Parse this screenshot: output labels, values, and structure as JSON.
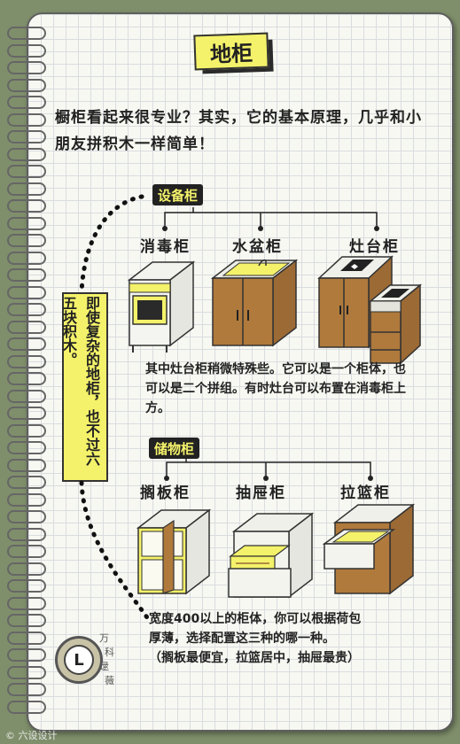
{
  "title": "地柜",
  "intro": "橱柜看起来很专业？其实，它的基本原理，几乎和小朋友拼积木一样简单！",
  "side_note": "即使复杂的地柜，也不过六五块积木。",
  "sections": {
    "equipment": {
      "label": "设备柜",
      "cabinets": [
        "消毒柜",
        "水盆柜",
        "灶台柜"
      ],
      "note": "其中灶台柜稍微特殊些。它可以是一个柜体，也可以是二个拼组。有时灶台可以布置在消毒柜上方。"
    },
    "storage": {
      "label": "储物柜",
      "cabinets": [
        "搁板柜",
        "抽屉柜",
        "拉篮柜"
      ],
      "note_lines": [
        "宽度400以上的柜体，你可以根据荷包",
        "厚薄，选择配置这三种的哪一种。",
        "（搁板最便宜，拉篮居中，抽屉最贵）"
      ]
    }
  },
  "logo": {
    "letter": "L",
    "chars": [
      "万",
      "科",
      "逯",
      "薇"
    ]
  },
  "watermark": "© 六设设计",
  "colors": {
    "accent_yellow": "#f4f26a",
    "wood": "#b07a3c",
    "dark": "#222222"
  }
}
